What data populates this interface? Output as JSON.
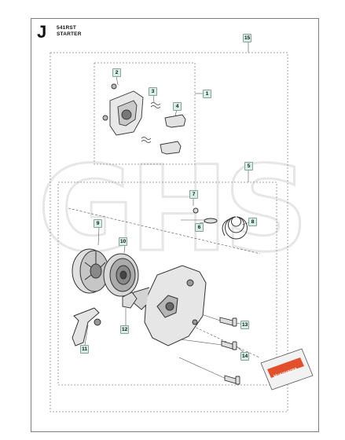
{
  "header": {
    "section_letter": "J",
    "model": "541RST",
    "title": "STARTER"
  },
  "watermark": "GHS",
  "callouts": {
    "c1": "1",
    "c2": "2",
    "c3": "3",
    "c4": "4",
    "c5": "5",
    "c6": "6",
    "c7": "7",
    "c8": "8",
    "c9": "9",
    "c10": "10",
    "c11": "11",
    "c12": "12",
    "c13": "13",
    "c14": "14",
    "c15": "15"
  },
  "decal": {
    "text": "Husqvarna",
    "color": "#e1502a"
  },
  "colors": {
    "callout_fill": "#d6efe6",
    "line": "#555555",
    "dashed_box": "#888888"
  }
}
